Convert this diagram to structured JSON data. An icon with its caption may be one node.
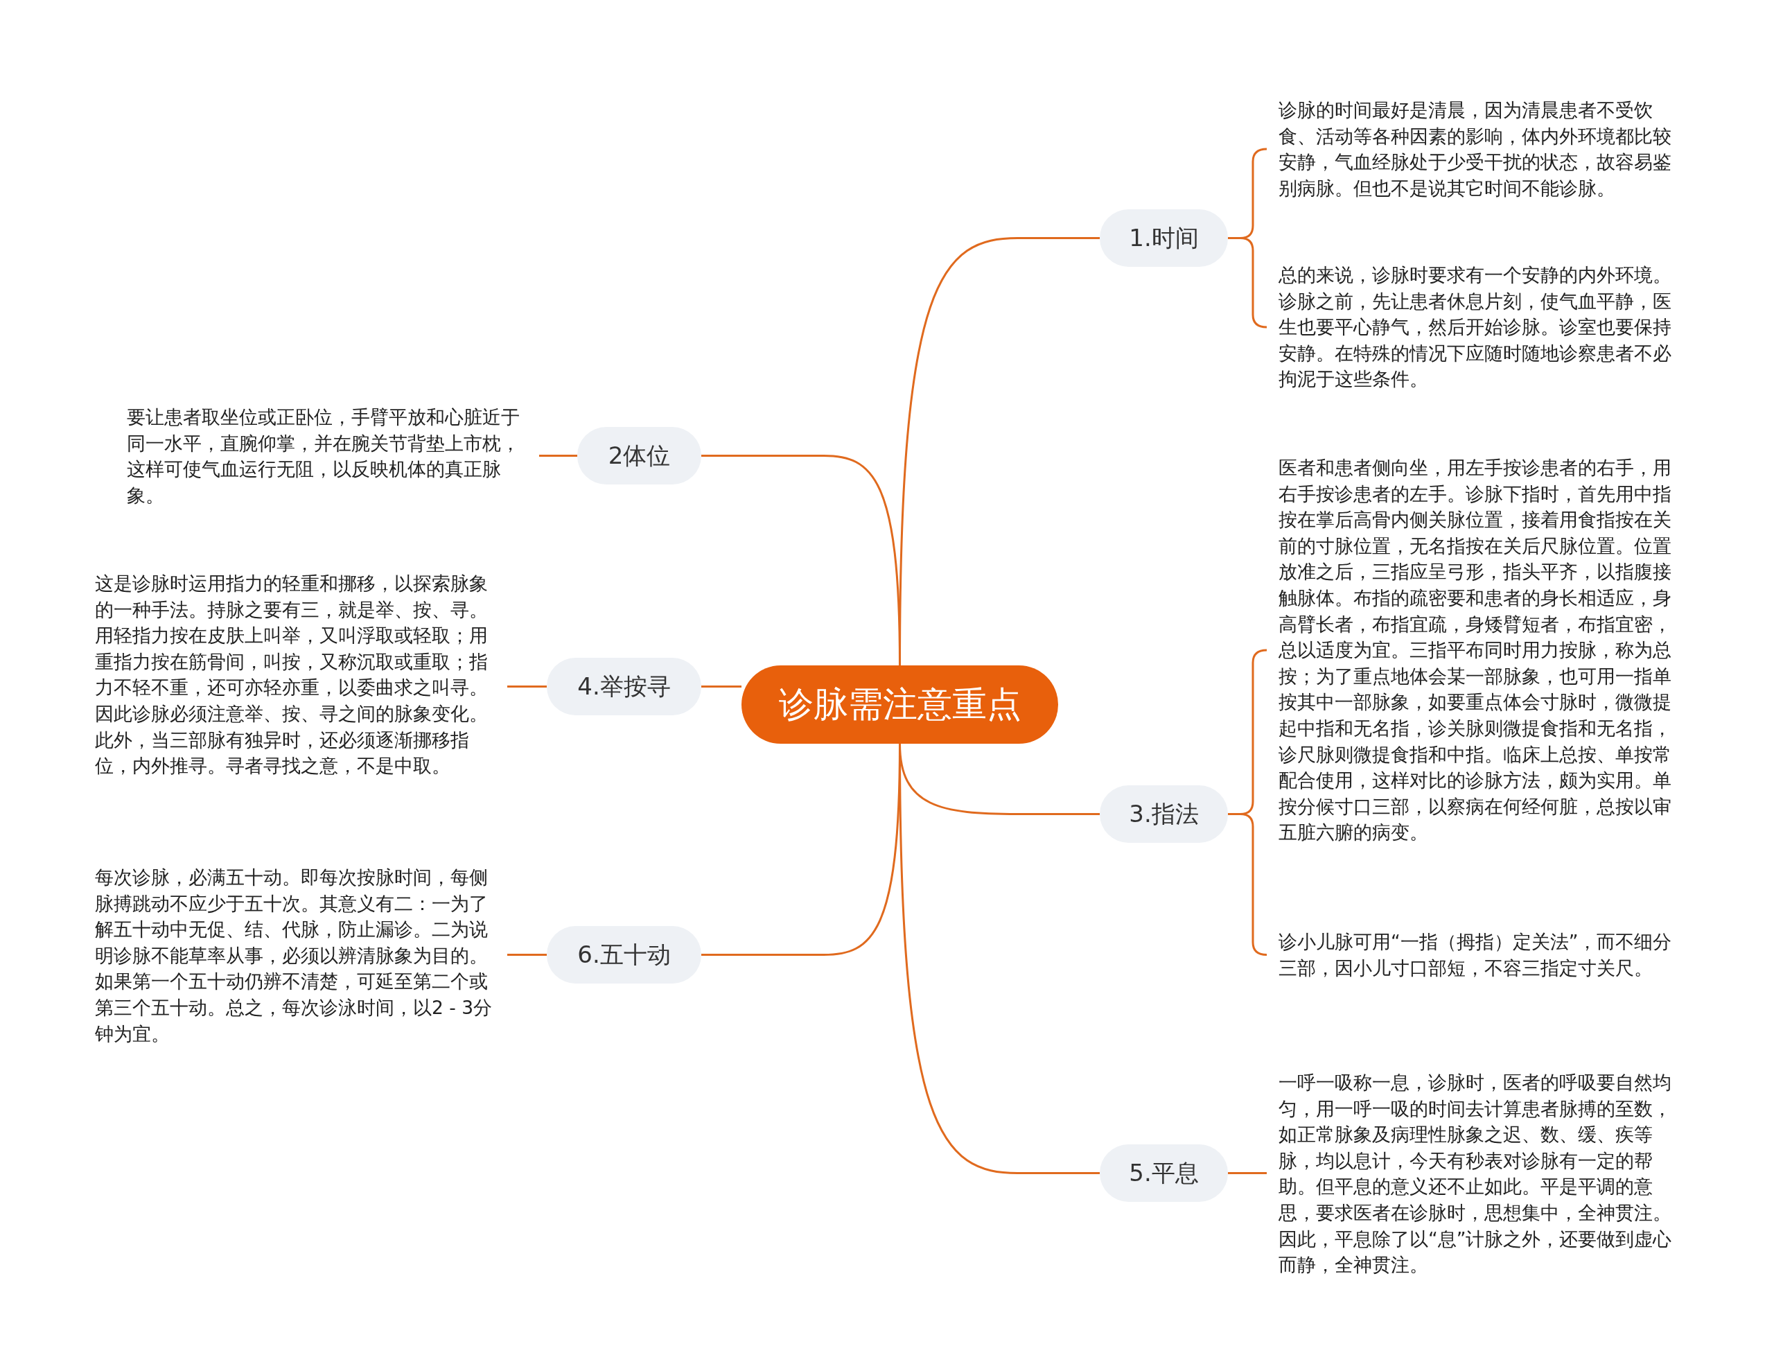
{
  "diagram": {
    "nodes": [
      {
        "text": [
          "诊脉需注意重点"
        ]
      },
      {
        "text": [
          "1.时间"
        ]
      },
      {
        "text": [
          "诊脉的时间最好是清晨，因为清晨患者不受饮食、活动等各种因素的影响，体内外环境都比较安静，气血经脉处于少受干扰的状态，故容易鉴别病脉。但也不是说其它时间不能诊脉。"
        ]
      },
      {
        "text": [
          "总的来说，诊脉时要求有一个安静的内外环境。诊脉之前，先让患者休息片刻，使气血平静，医生也要平心静气，然后开始诊脉。诊室也要保持安静。在特殊的情况下应随时随地诊察患者不必拘泥于这些条件。"
        ]
      },
      {
        "text": [
          "2体位"
        ]
      },
      {
        "text": [
          "要让患者取坐位或正卧位，手臂平放和心脏近于同一水平，直腕仰掌，并在腕关节背垫上市枕，这样可使气血运行无阻，以反映机体的真正脉象。"
        ]
      },
      {
        "text": [
          "3.指法"
        ]
      },
      {
        "text": [
          "医者和患者侧向坐，用左手按诊患者的右手，用右手按诊患者的左手。诊脉下指时，首先用中指按在掌后高骨内侧关脉位置，接着用食指按在关前的寸脉位置，无名指按在关后尺脉位置。位置放准之后，三指应呈弓形，指头平齐，以指腹接触脉体。布指的疏密要和患者的身长相适应，身高臂长者，布指宜疏，身矮臂短者，布指宜密，总以适度为宜。三指平布同时用力按脉，称为总按；为了重点地体会某一部脉象，也可用一指单按其中一部脉象，如要重点体会寸脉时，微微提起中指和无名指，诊关脉则微提食指和无名指，诊尺脉则微提食指和中指。临床上总按、单按常配合使用，这样对比的诊脉方法，颇为实用。单按分候寸口三部，以察病在何经何脏，总按以审五脏六腑的病变。"
        ]
      },
      {
        "text": [
          "诊小儿脉可用“一指（拇指）定关法”，而不细分三部，因小儿寸口部短，不容三指定寸关尺。"
        ]
      },
      {
        "text": [
          "4.举按寻"
        ]
      },
      {
        "text": [
          "这是诊脉时运用指力的轻重和挪移，以探索脉象的一种手法。持脉之要有三，就是举、按、寻。用轻指力按在皮肤上叫举，又叫浮取或轻取；用重指力按在筋骨间，叫按，又称沉取或重取；指力不轻不重，还可亦轻亦重，以委曲求之叫寻。因此诊脉必须注意举、按、寻之间的脉象变化。此外，当三部脉有独异时，还必须逐渐挪移指位，内外推寻。寻者寻找之意，不是中取。"
        ]
      },
      {
        "text": [
          "5.平息"
        ]
      },
      {
        "text": [
          "一呼一吸称一息，诊脉时，医者的呼吸要自然均匀，用一呼一吸的时间去计算患者脉搏的至数，如正常脉象及病理性脉象之迟、数、缓、疾等脉，均以息计，今天有秒表对诊脉有一定的帮助。但平息的意义还不止如此。平是平调的意思，要求医者在诊脉时，思想集中，全神贯注。因此，平息除了以“息”计脉之外，还要做到虚心而静，全神贯注。"
        ]
      },
      {
        "text": [
          "6.五十动"
        ]
      },
      {
        "text": [
          "每次诊脉，必满五十动。即每次按脉时间，每侧脉搏跳动不应少于五十次。其意义有二：一为了解五十动中无促、结、代脉，防止漏诊。二为说明诊脉不能草率从事，必须以辨清脉象为目的。如果第一个五十动仍辨不清楚，可延至第二个或第三个五十动。总之，每次诊泳时间，以2 - 3分钟为宜。"
        ]
      }
    ],
    "edges": [
      {
        "from": 0,
        "to": 1,
        "arrow": "none"
      },
      {
        "from": 0,
        "to": 4,
        "arrow": "none"
      },
      {
        "from": 0,
        "to": 6,
        "arrow": "none"
      },
      {
        "from": 0,
        "to": 9,
        "arrow": "none"
      },
      {
        "from": 0,
        "to": 11,
        "arrow": "none"
      },
      {
        "from": 0,
        "to": 13,
        "arrow": "none"
      },
      {
        "from": 1,
        "to": 2,
        "arrow": "none"
      },
      {
        "from": 1,
        "to": 3,
        "arrow": "none"
      },
      {
        "from": 4,
        "to": 5,
        "arrow": "none"
      },
      {
        "from": 6,
        "to": 7,
        "arrow": "none"
      },
      {
        "from": 6,
        "to": 8,
        "arrow": "none"
      },
      {
        "from": 9,
        "to": 10,
        "arrow": "none"
      },
      {
        "from": 11,
        "to": 12,
        "arrow": "none"
      },
      {
        "from": 13,
        "to": 14,
        "arrow": "none"
      }
    ]
  }
}
